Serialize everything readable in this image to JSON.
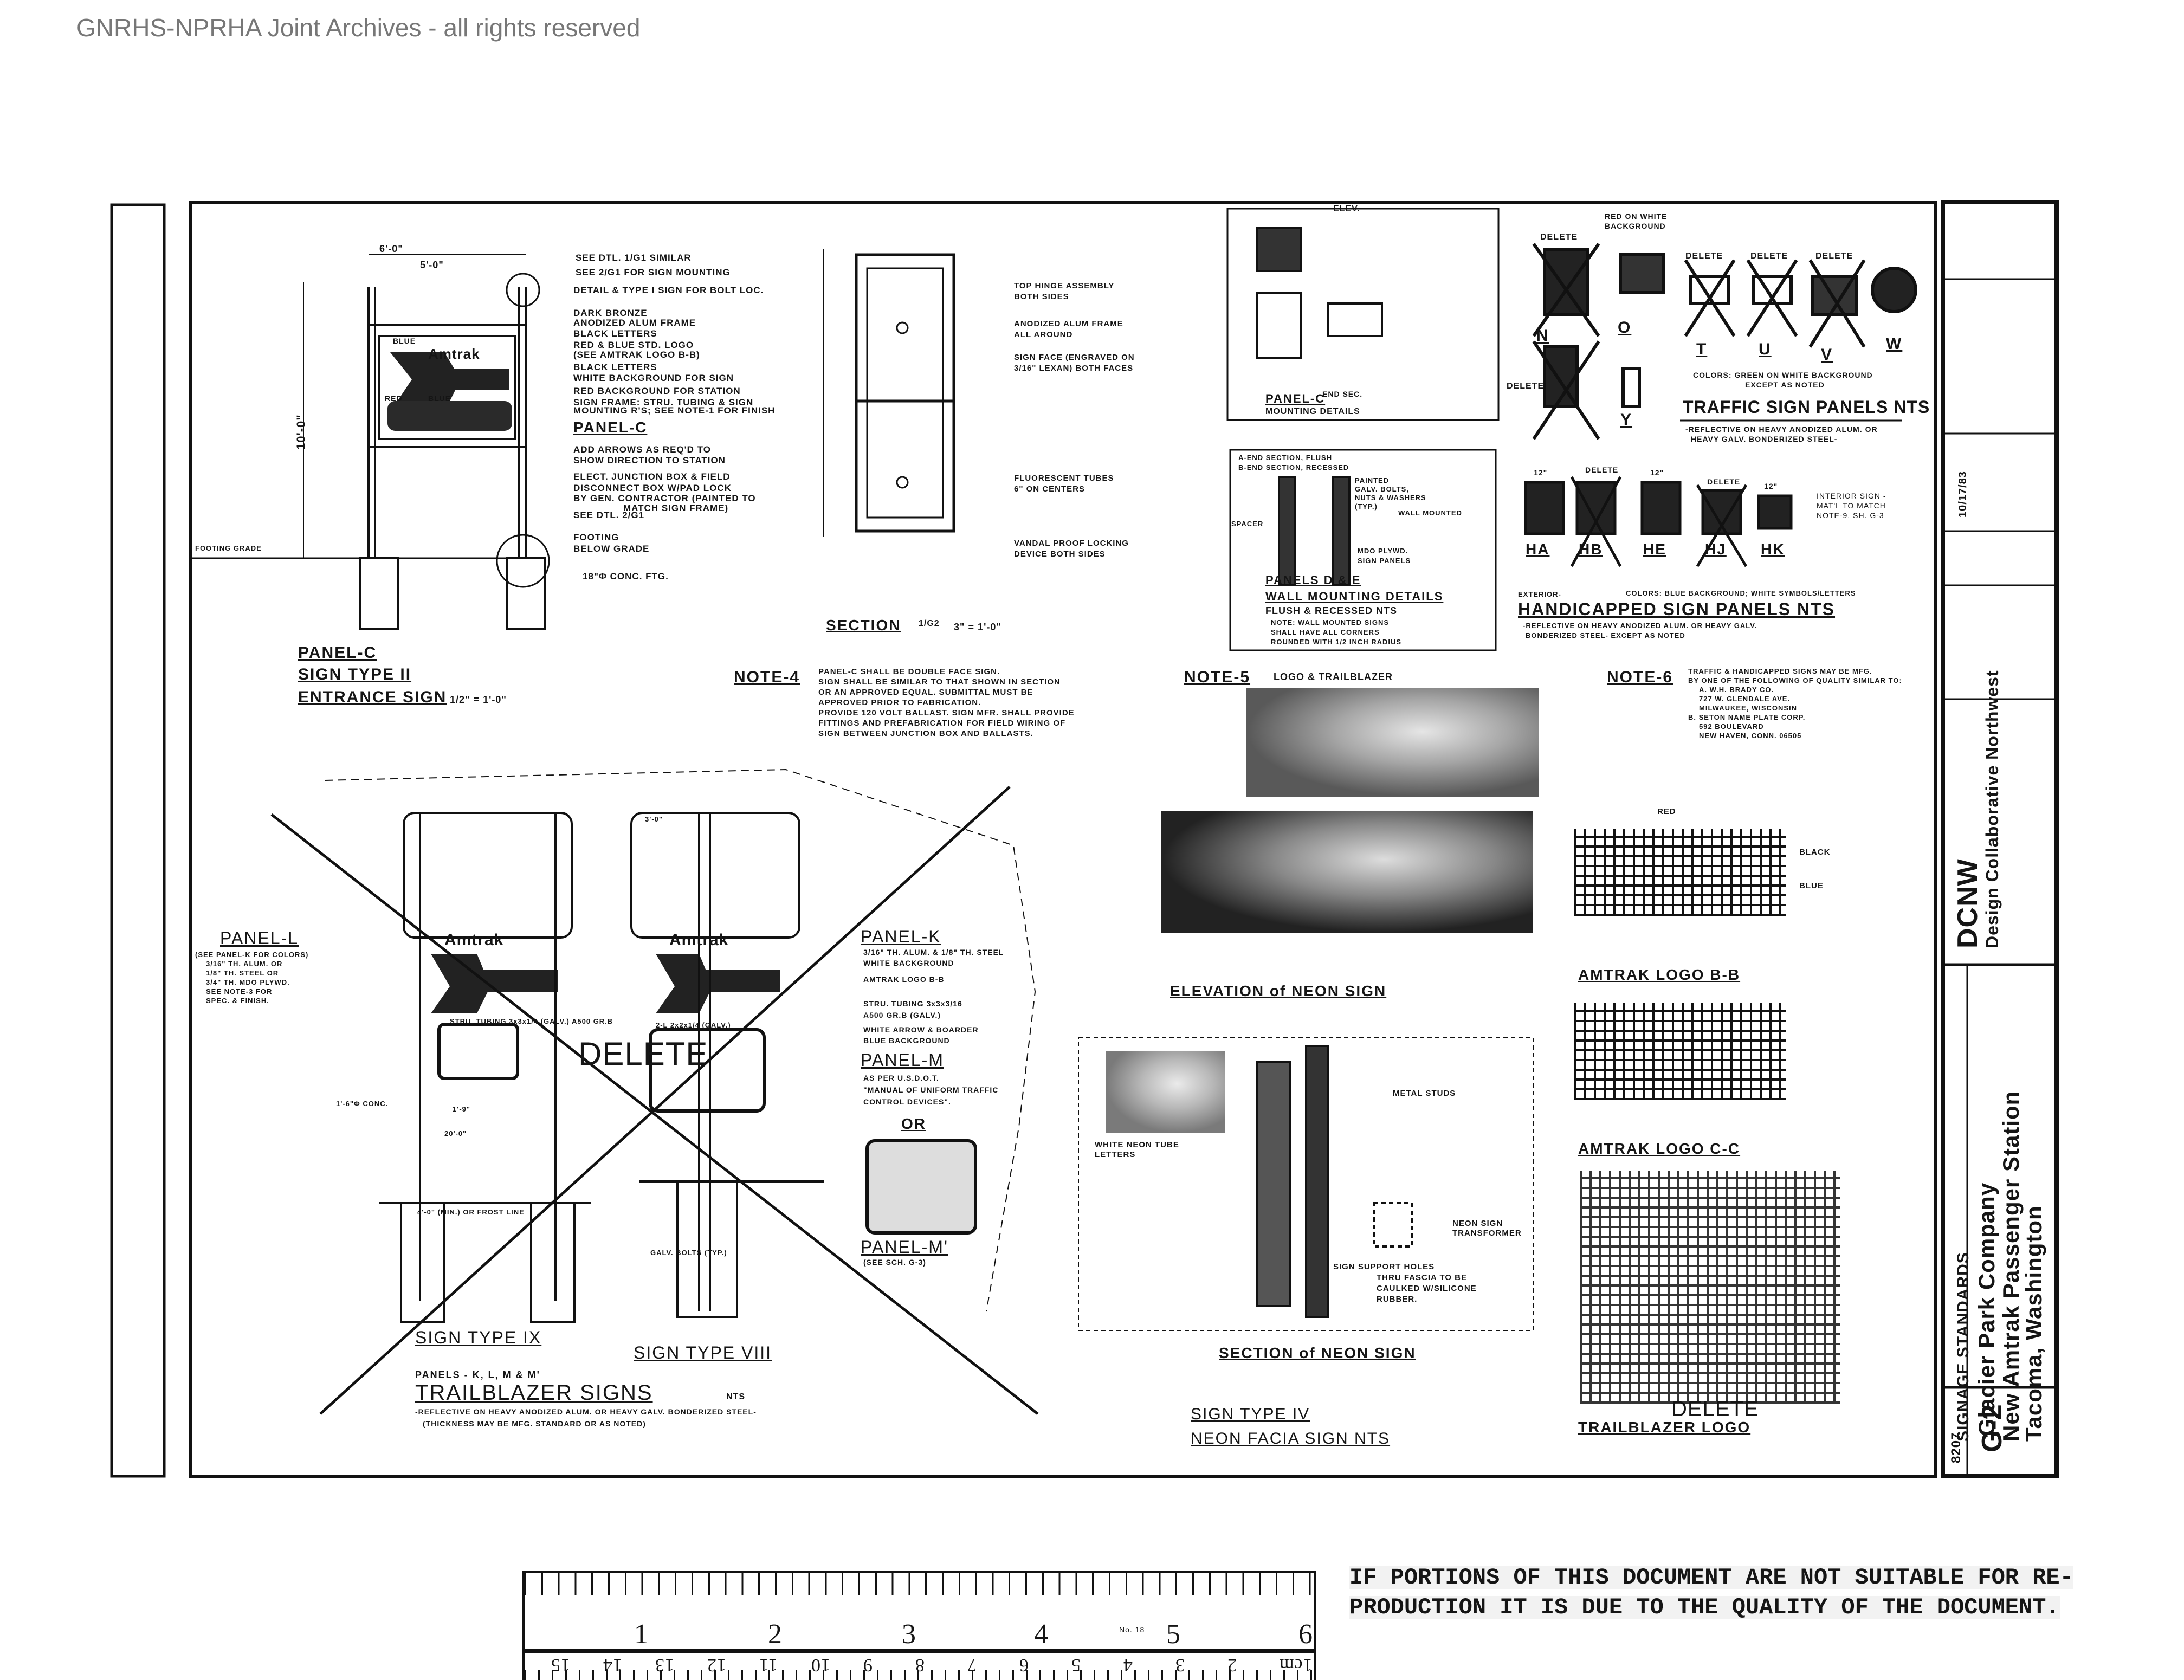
{
  "watermark": "GNRHS-NPRHA Joint Archives - all rights reserved",
  "title_block": {
    "sheet_title": "SIGNAGE STANDARDS",
    "client": "Glacier Park Company",
    "project": "New Amtrak Passenger Station",
    "location": "Tacoma, Washington",
    "sheet_number": "G-2",
    "project_number": "8207",
    "firm_abbrev": "DCNW",
    "firm_name": "Design Collaborative Northwest",
    "date": "10/17/83"
  },
  "panel_c": {
    "dims": {
      "overall_width": "6'-0\"",
      "inner_width": "5'-0\"",
      "height": "10'-0\""
    },
    "callouts": [
      "SEE DTL. 1/G1 SIMILAR",
      "SEE 2/G1 FOR SIGN MOUNTING",
      "DETAIL & TYPE I SIGN FOR BOLT LOC.",
      "DARK BRONZE",
      "ANODIZED ALUM FRAME",
      "BLACK LETTERS",
      "RED & BLUE STD. LOGO",
      "(SEE AMTRAK LOGO B-B)",
      "BLACK LETTERS",
      "WHITE BACKGROUND FOR SIGN",
      "RED BACKGROUND FOR STATION",
      "SIGN FRAME: STRU. TUBING & SIGN",
      "MOUNTING R'S; SEE NOTE-1 FOR FINISH",
      "ADD ARROWS AS REQ'D TO",
      "SHOW DIRECTION TO STATION",
      "ELECT. JUNCTION BOX & FIELD",
      "DISCONNECT BOX W/PAD LOCK",
      "BY GEN. CONTRACTOR (PAINTED TO",
      "MATCH SIGN FRAME)",
      "SEE DTL. 2/G1",
      "FOOTING",
      "BELOW GRADE",
      "18\"Φ CONC. FTG."
    ],
    "panel_label": "PANEL-C",
    "logo_text": "Amtrak",
    "color_labels": {
      "blue1": "BLUE",
      "red": "RED",
      "blue2": "BLUE"
    },
    "footing_grade": "FOOTING GRADE",
    "title": "PANEL-C",
    "sign_type": "SIGN TYPE II",
    "name": "ENTRANCE SIGN",
    "scale": "1/2\" = 1'-0\""
  },
  "section": {
    "callouts": [
      "TOP HINGE ASSEMBLY",
      "BOTH SIDES",
      "ANODIZED ALUM FRAME",
      "ALL AROUND",
      "SIGN FACE (ENGRAVED ON",
      "3/16\" LEXAN) BOTH FACES",
      "FLUORESCENT TUBES",
      "6\" ON CENTERS",
      "VANDAL PROOF LOCKING",
      "DEVICE BOTH SIDES"
    ],
    "title": "SECTION",
    "ref": "1/G2",
    "scale": "3\" = 1'-0\""
  },
  "mounting": {
    "elev": "ELEV.",
    "end_sec": "END SEC.",
    "title1": "PANEL-C",
    "title2": "MOUNTING DETAILS",
    "de_notes": [
      "A-END SECTION, FLUSH",
      "B-END SECTION, RECESSED"
    ],
    "de_labels": [
      "PAINTED",
      "GALV. BOLTS,",
      "NUTS & WASHERS",
      "(TYP.)",
      "SPACER",
      "WALL MOUNTED",
      "MDO PLYWD.",
      "SIGN PANELS"
    ],
    "de_title1": "PANELS D & E",
    "de_title2": "WALL MOUNTING DETAILS",
    "de_title3": "FLUSH & RECESSED NTS",
    "de_note": [
      "NOTE: WALL MOUNTED SIGNS",
      "SHALL HAVE ALL CORNERS",
      "ROUNDED WITH 1/2 INCH RADIUS"
    ]
  },
  "traffic": {
    "red_on_white": [
      "RED ON WHITE",
      "BACKGROUND"
    ],
    "delete": "DELETE",
    "panel_letters": [
      "N",
      "O",
      "T",
      "U",
      "V",
      "W",
      "Y"
    ],
    "colors_note": [
      "COLORS: GREEN ON WHITE BACKGROUND",
      "EXCEPT AS NOTED"
    ],
    "title": "TRAFFIC SIGN PANELS NTS",
    "spec": [
      "-REFLECTIVE ON HEAVY ANODIZED ALUM. OR",
      "HEAVY GALV. BONDERIZED STEEL-"
    ]
  },
  "handicapped": {
    "panels": [
      "HA",
      "HB",
      "HE",
      "HJ",
      "HK"
    ],
    "dim": "12\"",
    "interior_note": [
      "INTERIOR SIGN -",
      "MAT'L TO MATCH",
      "NOTE-9, SH. G-3"
    ],
    "colors_note": "COLORS: BLUE BACKGROUND; WHITE SYMBOLS/LETTERS",
    "exterior": "EXTERIOR-",
    "title": "HANDICAPPED SIGN PANELS NTS",
    "spec": [
      "-REFLECTIVE ON HEAVY ANODIZED ALUM. OR HEAVY GALV.",
      "BONDERIZED STEEL- EXCEPT AS NOTED"
    ]
  },
  "notes": {
    "note4": {
      "label": "NOTE-4",
      "lines": [
        "PANEL-C SHALL BE DOUBLE FACE SIGN.",
        "SIGN SHALL BE SIMILAR TO THAT SHOWN IN SECTION",
        "OR AN APPROVED EQUAL. SUBMITTAL MUST BE",
        "APPROVED PRIOR TO FABRICATION.",
        "PROVIDE 120 VOLT BALLAST. SIGN MFR. SHALL PROVIDE",
        "FITTINGS AND PREFABRICATION FOR FIELD WIRING OF",
        "SIGN BETWEEN JUNCTION BOX AND BALLASTS."
      ]
    },
    "note5": {
      "label": "NOTE-5",
      "lines": [
        "LOGO & TRAILBLAZER"
      ]
    },
    "note6": {
      "label": "NOTE-6",
      "lines": [
        "TRAFFIC & HANDICAPPED SIGNS MAY BE MFG.",
        "BY ONE OF THE FOLLOWING OF QUALITY SIMILAR TO:",
        "A. W.H. BRADY CO.",
        "727 W. GLENDALE AVE.",
        "MILWAUKEE, WISCONSIN",
        "B. SETON NAME PLATE CORP.",
        "592 BOULEVARD",
        "NEW HAVEN, CONN. 06505"
      ]
    }
  },
  "trailblazer": {
    "panel_l": "PANEL-L",
    "panel_l_notes": [
      "(SEE PANEL-K FOR COLORS)",
      "3/16\" TH. ALUM. OR",
      "1/8\" TH. STEEL OR",
      "3/4\" TH. MDO PLYWD.",
      "SEE NOTE-3 FOR",
      "SPEC. & FINISH."
    ],
    "panel_k": "PANEL-K",
    "panel_k_notes": [
      "3/16\" TH. ALUM. & 1/8\" TH. STEEL",
      "WHITE BACKGROUND",
      "AMTRAK LOGO B-B",
      "STRU. TUBING 3x3x3/16",
      "A500 GR.B (GALV.)",
      "WHITE ARROW & BOARDER",
      "BLUE BACKGROUND"
    ],
    "panel_m": "PANEL-M",
    "panel_m_notes": [
      "AS PER U.S.D.O.T.",
      "\"MANUAL OF UNIFORM TRAFFIC",
      "CONTROL DEVICES\"."
    ],
    "or": "OR",
    "panel_m_prime": "PANEL-M'",
    "panel_m_prime_note": "(SEE SCH. G-3)",
    "logo_text": "Amtrak",
    "delete": "DELETE",
    "dims": [
      "3'-0\"",
      "1'-9\"",
      "20'-0\"",
      "1'-6\"Φ CONC.",
      "4'-0\" (MIN.) OR FROST LINE",
      "GALV. BOLTS (TYP.)",
      "2-L 2x2x1/4 (GALV.)",
      "STRU. TUBING 3x3x1/4 (GALV.) A500 GR.B"
    ],
    "sign_type_ix": "SIGN TYPE IX",
    "sign_type_viii": "SIGN TYPE VIII",
    "panels": "PANELS - K, L, M & M'",
    "title": "TRAILBLAZER SIGNS",
    "nts": "NTS",
    "spec": [
      "-REFLECTIVE ON HEAVY ANODIZED ALUM. OR HEAVY GALV. BONDERIZED STEEL-",
      "(THICKNESS MAY BE MFG. STANDARD OR AS NOTED)"
    ]
  },
  "neon": {
    "elevation": "ELEVATION of NEON SIGN",
    "section": "SECTION of NEON SIGN",
    "labels": [
      "METAL STUDS",
      "WHITE NEON TUBE",
      "LETTERS",
      "NEON SIGN",
      "TRANSFORMER",
      "SIGN SUPPORT HOLES",
      "THRU FASCIA TO BE",
      "CAULKED W/SILICONE",
      "RUBBER."
    ],
    "sign_type": "SIGN TYPE IV",
    "name": "NEON FACIA SIGN NTS"
  },
  "logos": {
    "bb_labels": [
      "RED",
      "BLACK",
      "BLUE"
    ],
    "bb": "AMTRAK LOGO B-B",
    "cc": "AMTRAK LOGO C-C",
    "trailblazer": "TRAILBLAZER LOGO",
    "delete": "DELETE"
  },
  "ruler": {
    "inches": [
      "1",
      "2",
      "3",
      "4",
      "5",
      "6"
    ],
    "cm": [
      "1cm",
      "2",
      "3",
      "4",
      "5",
      "6",
      "7",
      "8",
      "9",
      "10",
      "11",
      "12",
      "13",
      "14",
      "15"
    ],
    "label": "No. 18"
  },
  "disclaimer": [
    "IF PORTIONS OF THIS DOCUMENT ARE NOT SUITABLE FOR RE-",
    "PRODUCTION IT IS DUE TO THE QUALITY OF THE DOCUMENT."
  ]
}
